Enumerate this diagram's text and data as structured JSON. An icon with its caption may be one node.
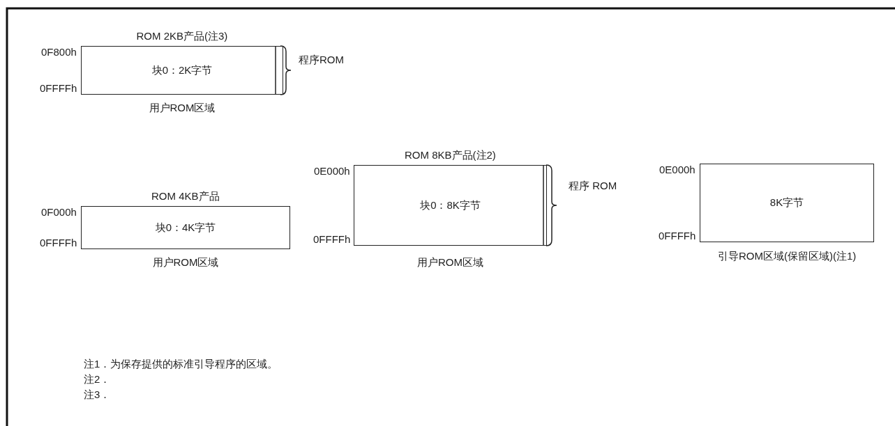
{
  "diagram": {
    "nodes": [
      {
        "text": [
          "块0：2K字节"
        ],
        "beside": [
          "ROM 2KB产品(注3)",
          "0F800h",
          "0FFFFh",
          "用户ROM区域"
        ]
      },
      {
        "text": [
          "块0：4K字节"
        ],
        "beside": [
          "ROM 4KB产品",
          "0F000h",
          "0FFFFh",
          "用户ROM区域"
        ]
      },
      {
        "text": [
          "块0：8K字节"
        ],
        "beside": [
          "ROM 8KB产品(注2)",
          "0E000h",
          "0FFFFh",
          "用户ROM区域"
        ]
      },
      {
        "text": [
          "8K字节"
        ],
        "beside": [
          "0E000h",
          "0FFFFh",
          "引导ROM区域(保留区域)(注1)"
        ]
      }
    ],
    "labels": [
      "程序ROM",
      "程序 ROM",
      "注1．为保存提供的标准引导程序的区域。",
      "注2．",
      "注3．"
    ]
  }
}
